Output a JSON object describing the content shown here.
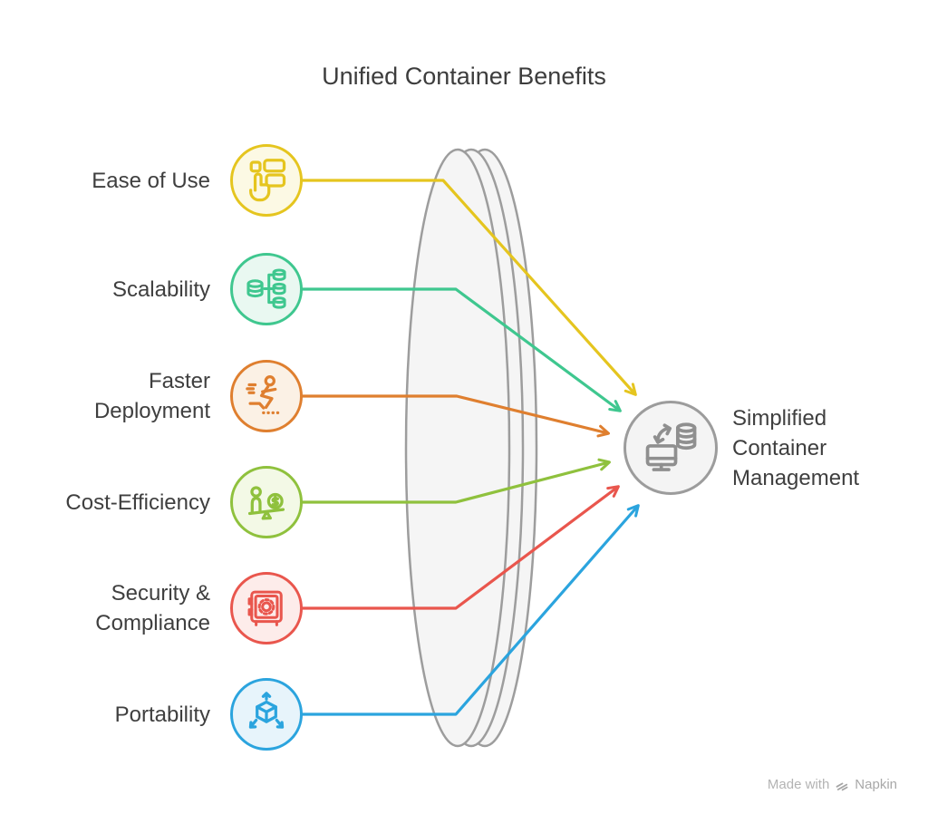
{
  "title": "Unified Container Benefits",
  "benefits": [
    {
      "label": "Ease of Use",
      "icon": "tap-hand-icon",
      "color": "#E5C51F",
      "fill": "#FCF9E4"
    },
    {
      "label": "Scalability",
      "icon": "database-scale-icon",
      "color": "#3FC78F",
      "fill": "#E9F8F1"
    },
    {
      "label": "Faster Deployment",
      "icon": "sprinting-person-icon",
      "color": "#DF7F2F",
      "fill": "#FBF1E5"
    },
    {
      "label": "Cost-Efficiency",
      "icon": "balance-money-icon",
      "color": "#8FC13D",
      "fill": "#F3F9E6"
    },
    {
      "label": "Security & Compliance",
      "icon": "safe-vault-icon",
      "color": "#E9564D",
      "fill": "#FDECEA"
    },
    {
      "label": "Portability",
      "icon": "cube-export-arrows-icon",
      "color": "#2BA4DE",
      "fill": "#E7F4FB"
    }
  ],
  "center": {
    "label": "Simplified Container Management",
    "icon": "computer-database-sync-icon",
    "color": "#9C9C9C",
    "fill": "#F4F4F4"
  },
  "lens": {
    "stroke": "#9D9D9D",
    "fill": "#F5F5F5"
  },
  "watermark": {
    "prefix": "Made with",
    "brand": "Napkin"
  }
}
